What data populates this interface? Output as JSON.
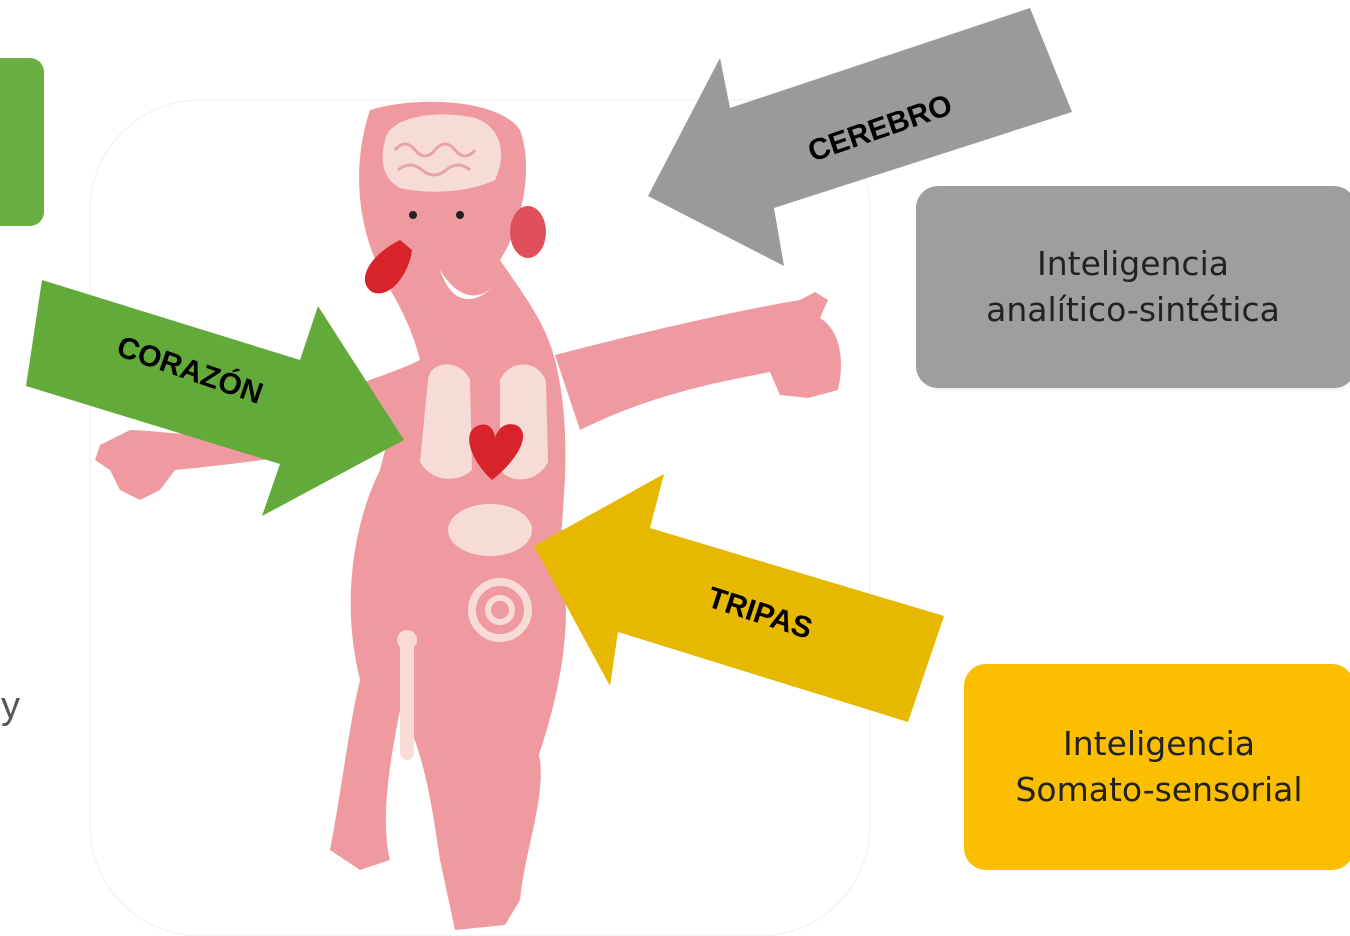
{
  "arrows": {
    "cerebro": "CEREBRO",
    "corazon": "CORAZÓN",
    "tripas": "TRIPAS"
  },
  "boxes": {
    "gray": {
      "line1": "Inteligencia",
      "line2": "analítico-sintética"
    },
    "yellow": {
      "line1": "Inteligencia",
      "line2": "Somato-sensorial"
    }
  },
  "stray_text": "y",
  "colors": {
    "gray_arrow": "#9a9a9a",
    "green_arrow": "#62aa3a",
    "yellow_arrow": "#e6b800",
    "gray_box": "#9e9e9e",
    "yellow_box": "#fbbf00",
    "green_box": "#6aad41",
    "body_pink": "#ef9aa1",
    "heart_red": "#d8232a"
  }
}
